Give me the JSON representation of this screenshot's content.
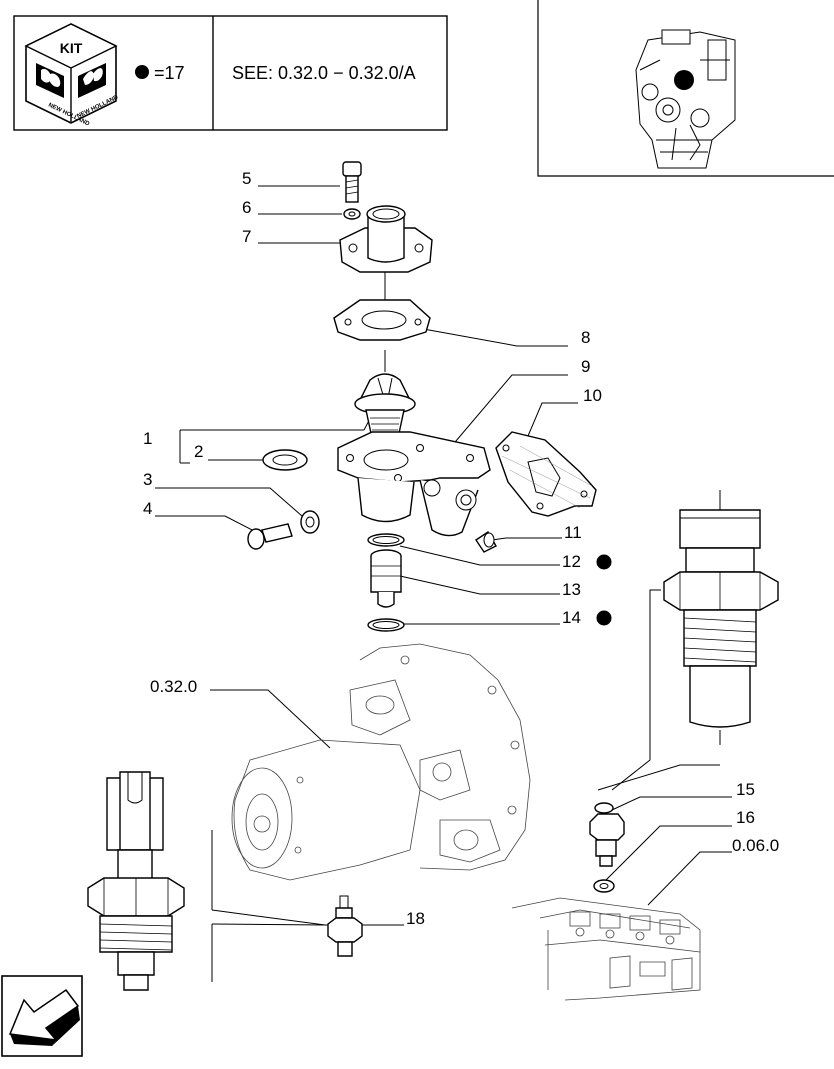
{
  "header": {
    "kit_label": "KIT",
    "brand_text": "NEW HOLLAND",
    "kit_equals": "=17",
    "see_ref": "SEE: 0.32.0 − 0.32.0/A"
  },
  "callouts": [
    {
      "id": "c1",
      "text": "1"
    },
    {
      "id": "c2",
      "text": "2"
    },
    {
      "id": "c3",
      "text": "3"
    },
    {
      "id": "c4",
      "text": "4"
    },
    {
      "id": "c5",
      "text": "5"
    },
    {
      "id": "c6",
      "text": "6"
    },
    {
      "id": "c7",
      "text": "7"
    },
    {
      "id": "c8",
      "text": "8"
    },
    {
      "id": "c9",
      "text": "9"
    },
    {
      "id": "c10",
      "text": "10"
    },
    {
      "id": "c11",
      "text": "11"
    },
    {
      "id": "c12",
      "text": "12",
      "kit": true
    },
    {
      "id": "c13",
      "text": "13"
    },
    {
      "id": "c14",
      "text": "14",
      "kit": true
    },
    {
      "id": "c15",
      "text": "15"
    },
    {
      "id": "c16",
      "text": "16"
    },
    {
      "id": "c18",
      "text": "18"
    },
    {
      "id": "c0320",
      "text": "0.32.0"
    },
    {
      "id": "c0060",
      "text": "0.06.0"
    }
  ],
  "icons": {
    "kit": "kit-cube-icon",
    "kit_marker": "filled-circle-icon",
    "engine": "engine-thumbnail-icon",
    "navigation": "back-arrow-icon"
  },
  "colors": {
    "ink": "#000000",
    "paper": "#ffffff"
  }
}
